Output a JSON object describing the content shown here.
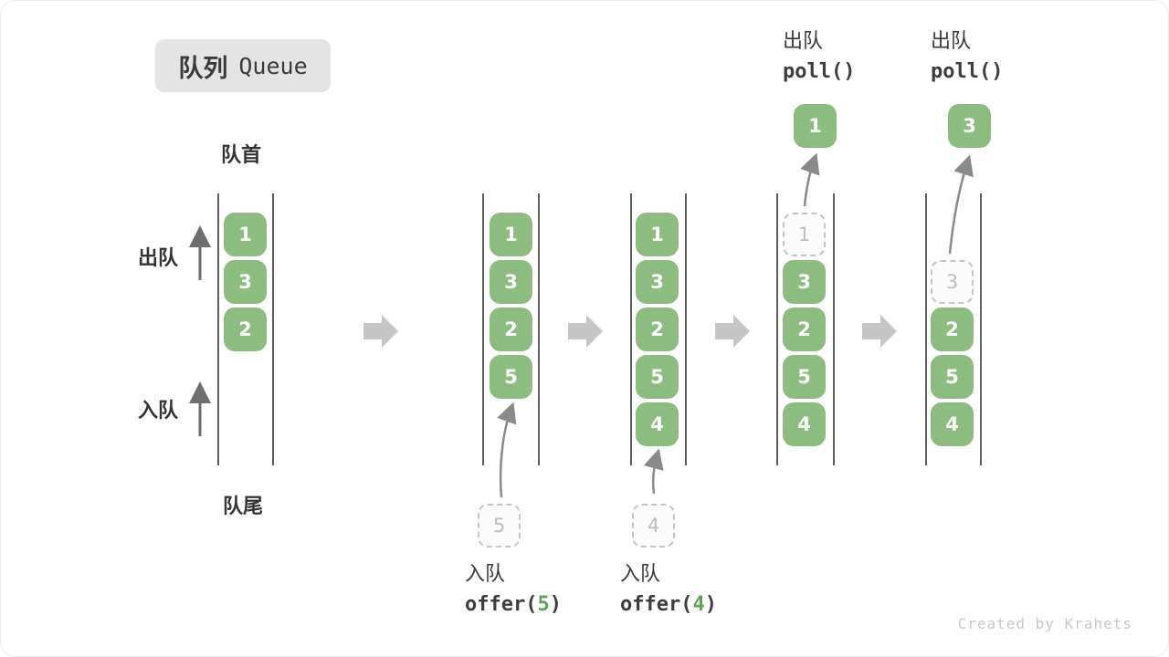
{
  "title": {
    "zh": "队列",
    "en": "Queue"
  },
  "labels": {
    "head": "队首",
    "tail": "队尾",
    "dequeue": "出队",
    "enqueue": "入队"
  },
  "watermark": "Created by Krahets",
  "colors": {
    "element_green": "#8cbc80",
    "accent_green": "#5aa550",
    "container_line": "#5d5d5d",
    "thin_arrow": "#8a8a8a",
    "block_arrow": "#c5c5c5",
    "ghost_border": "#c4c4c4",
    "ghost_text": "#bdbdbd",
    "title_bg": "#e4e4e4",
    "text_dark": "#3a3a3a",
    "watermark_gray": "#c9c9c9"
  },
  "chart_note": "queue FIFO states left to right",
  "states": [
    {
      "slots": [
        "1",
        "3",
        "2"
      ]
    },
    {
      "slots": [
        "1",
        "3",
        "2",
        "5"
      ],
      "incoming": "5"
    },
    {
      "slots": [
        "1",
        "3",
        "2",
        "5",
        "4"
      ],
      "incoming": "4"
    },
    {
      "ghost": "1",
      "slots": [
        "3",
        "2",
        "5",
        "4"
      ],
      "polled": "1"
    },
    {
      "ghost": "3",
      "slots": [
        "2",
        "5",
        "4"
      ],
      "polled": "3"
    }
  ],
  "ops": {
    "offer5": {
      "label": "入队",
      "fn_open": "offer(",
      "arg": "5",
      "fn_close": ")"
    },
    "offer4": {
      "label": "入队",
      "fn_open": "offer(",
      "arg": "4",
      "fn_close": ")"
    },
    "poll1": {
      "label": "出队",
      "fn": "poll()"
    },
    "poll3": {
      "label": "出队",
      "fn": "poll()"
    }
  }
}
